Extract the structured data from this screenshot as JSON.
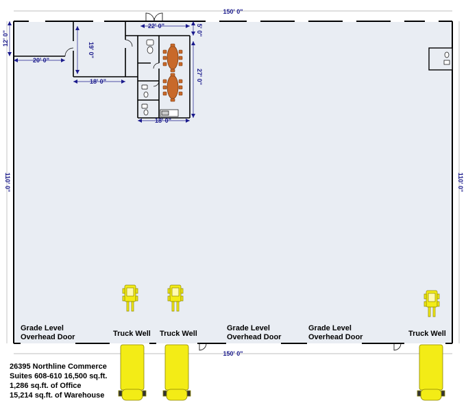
{
  "dimensions": {
    "top_width": "150' 0\"",
    "bottom_width": "150' 0\"",
    "left_height": "110' 0\"",
    "right_height": "110' 0\"",
    "room_left_height": "12' 0\"",
    "room_left_width": "20' 0\"",
    "room_mid_height": "19' 0\"",
    "room_mid_width": "18' 0\"",
    "room_conf_width": "22' 0\"",
    "room_conf_small": "5' 0\"",
    "room_conf_height": "27' 0\"",
    "room_conf_bottom_width": "18' 0\""
  },
  "doors": [
    {
      "line1": "Grade Level",
      "line2": "Overhead Door"
    },
    {
      "line1": "Truck Well"
    },
    {
      "line1": "Truck Well"
    },
    {
      "line1": "Grade Level",
      "line2": "Overhead Door"
    },
    {
      "line1": "Grade Level",
      "line2": "Overhead Door"
    },
    {
      "line1": "Truck Well"
    }
  ],
  "info": {
    "line1": "26395 Northline Commerce",
    "line2": "Suites 608-610 16,500 sq.ft.",
    "line3": "1,286 sq.ft. of Office",
    "line4": "15,214 sq.ft. of Warehouse"
  },
  "colors": {
    "floor": "#e9edf3",
    "wall": "#000000",
    "dimension": "#1a1a8c",
    "table": "#c8692a",
    "truck": "#f3ec16"
  }
}
